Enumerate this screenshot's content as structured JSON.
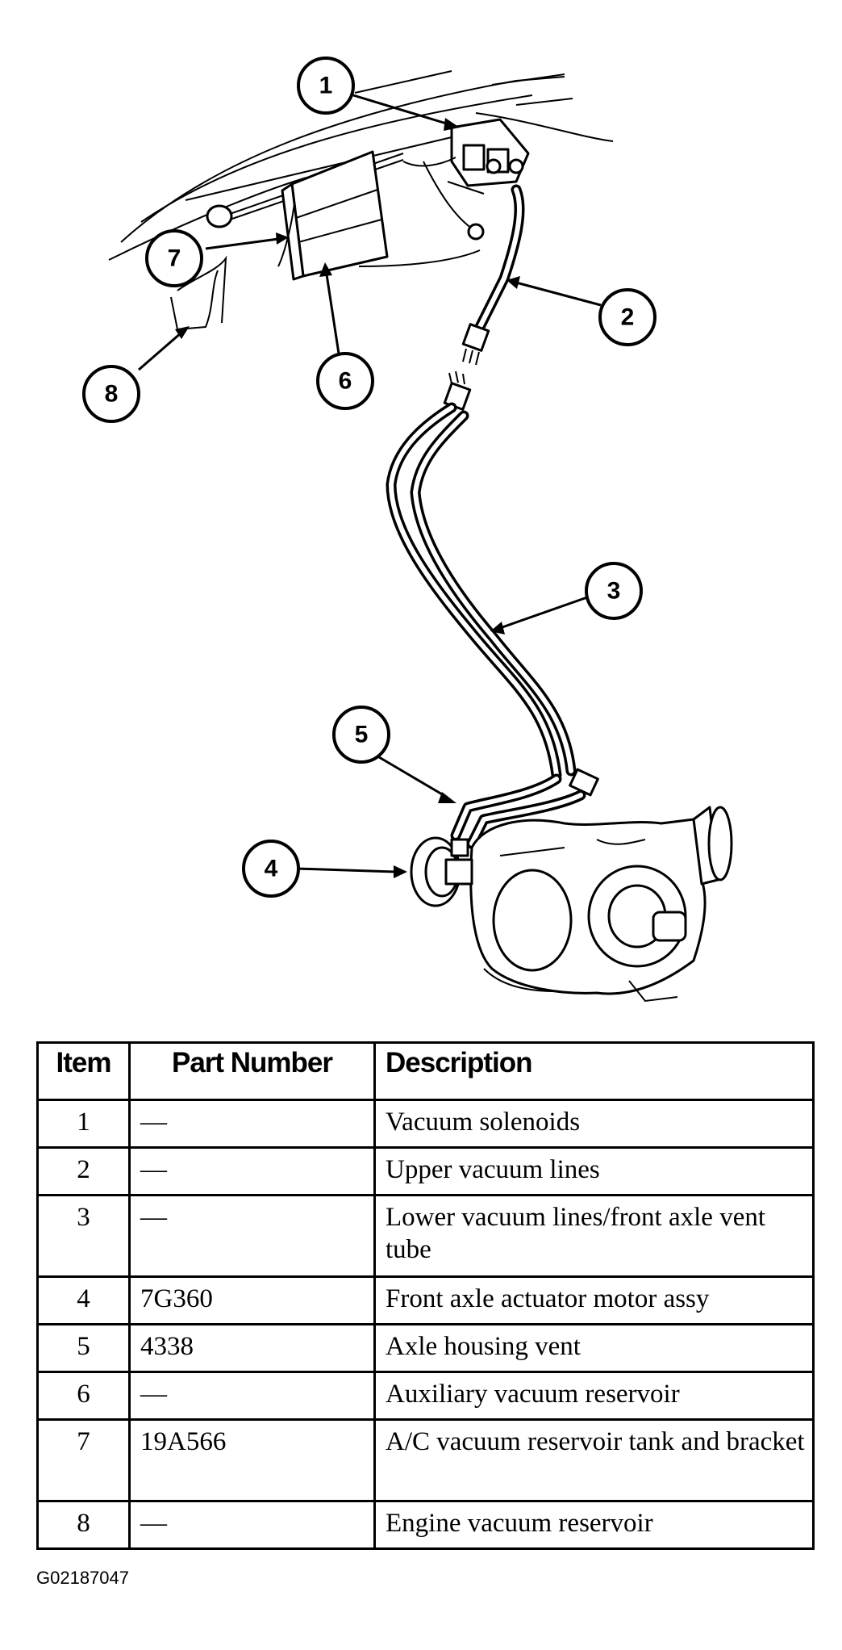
{
  "callouts": [
    "1",
    "2",
    "3",
    "4",
    "5",
    "6",
    "7",
    "8"
  ],
  "table": {
    "headers": {
      "item": "Item",
      "part_number": "Part Number",
      "description": "Description"
    },
    "rows": [
      {
        "item": "1",
        "part_number": "—",
        "description": "Vacuum solenoids"
      },
      {
        "item": "2",
        "part_number": "—",
        "description": "Upper vacuum lines"
      },
      {
        "item": "3",
        "part_number": "—",
        "description": "Lower vacuum lines/front axle vent tube"
      },
      {
        "item": "4",
        "part_number": "7G360",
        "description": "Front axle actuator motor assy"
      },
      {
        "item": "5",
        "part_number": "4338",
        "description": "Axle housing vent"
      },
      {
        "item": "6",
        "part_number": "—",
        "description": "Auxiliary vacuum reservoir"
      },
      {
        "item": "7",
        "part_number": "19A566",
        "description": "A/C vacuum reservoir tank and bracket"
      },
      {
        "item": "8",
        "part_number": "—",
        "description": "Engine vacuum reservoir"
      }
    ]
  },
  "figure_code": "G02187047"
}
